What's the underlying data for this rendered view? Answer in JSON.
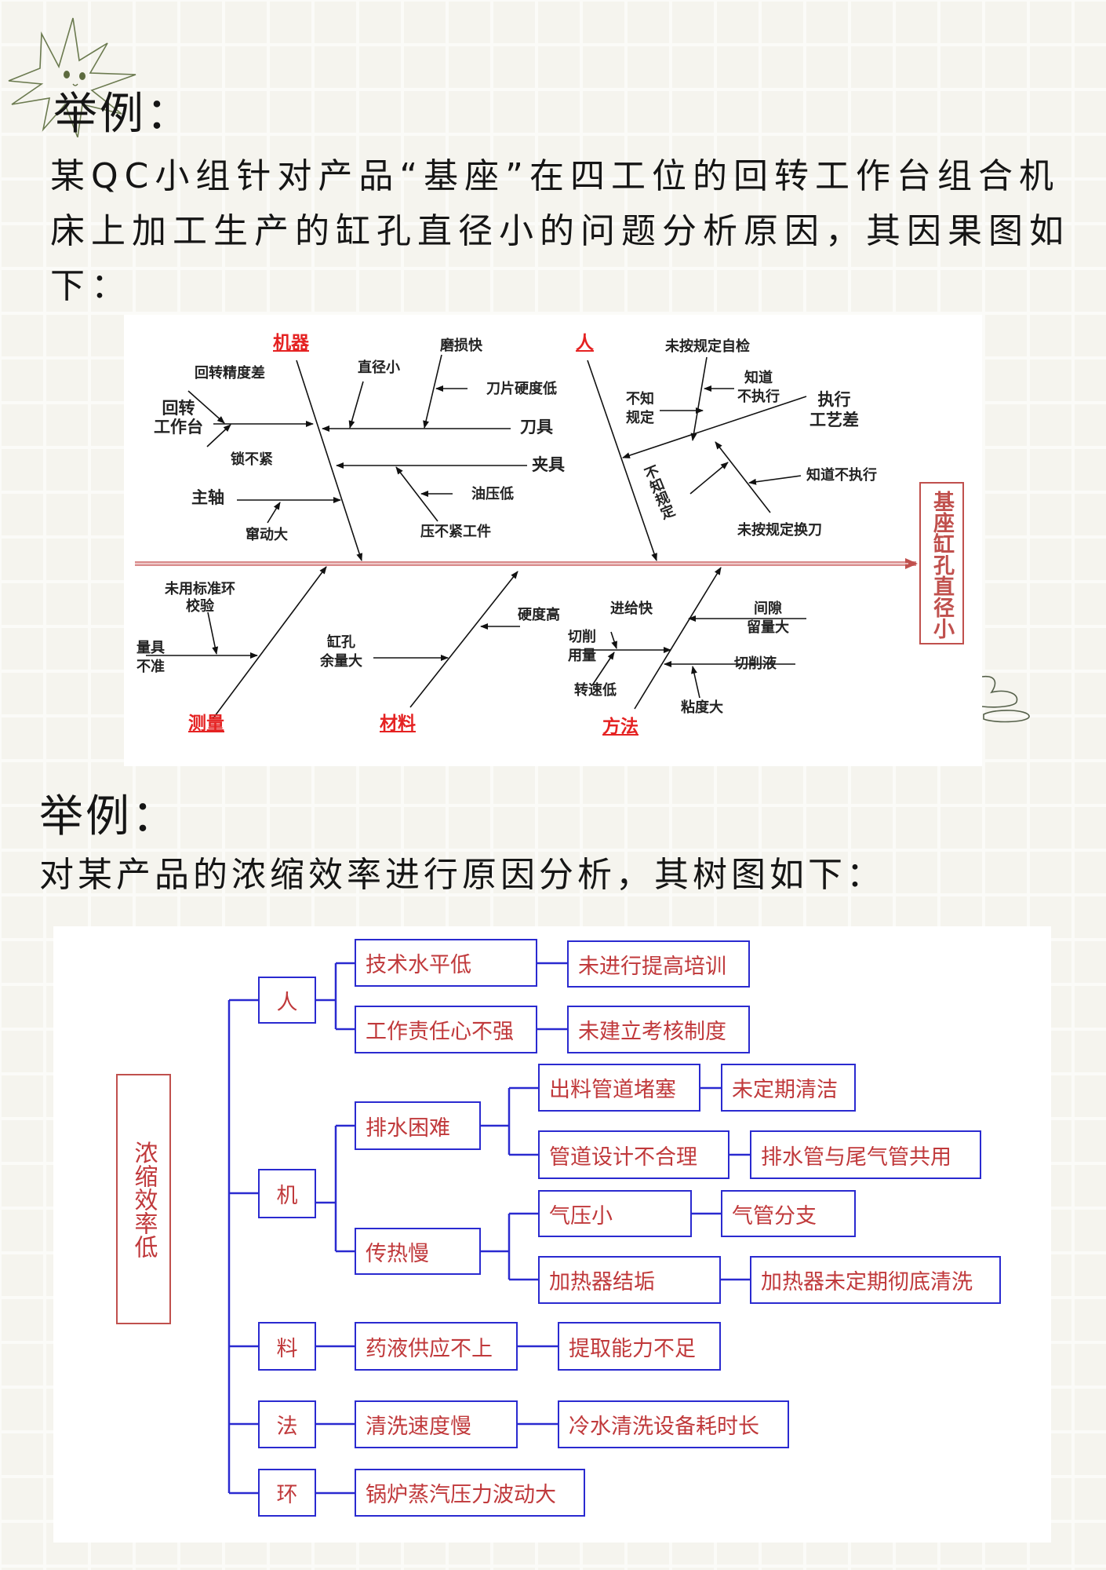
{
  "section1": {
    "heading": "举例：",
    "paragraph": "某QC小组针对产品“基座”在四工位的回转工作台组合机床上加工生产的缸孔直径小的问题分析原因，其因果图如下：",
    "fishbone": {
      "effect": "基座缸孔直径小",
      "categories": {
        "machine": "机器",
        "people": "人",
        "measurement": "测量",
        "material": "材料",
        "method": "方法"
      },
      "causes": {
        "rotary_accuracy": "回转精度差",
        "rotary_table": "回转\n工作台",
        "lock_loose": "锁不紧",
        "spindle": "主轴",
        "play_large": "窜动大",
        "diameter_small": "直径小",
        "wear_fast": "磨损快",
        "blade_hardness": "刀片硬度低",
        "tool": "刀具",
        "fixture": "夹具",
        "oil_pressure": "油压低",
        "not_clamped": "压不紧工件",
        "no_self_check": "未按规定自检",
        "know_not_do_1": "知道\n不执行",
        "not_know_rule_1": "不知\n规定",
        "poor_process": "执行\n工艺差",
        "know_not_do_2": "知道不执行",
        "not_know_rule_2": "不知规定",
        "no_tool_change": "未按规定换刀",
        "no_std_ring": "未用标准环\n校验",
        "gauge_inaccurate": "量具\n不准",
        "bore_allowance": "缸孔\n余量大",
        "hardness_high": "硬度高",
        "feed_fast": "进给快",
        "cutting_amount": "切削\n用量",
        "speed_low": "转速低",
        "clearance": "间隙\n留量大",
        "coolant": "切削液",
        "viscosity": "粘度大"
      }
    }
  },
  "section2": {
    "heading": "举例：",
    "paragraph": "对某产品的浓缩效率进行原因分析，其树图如下：",
    "tree": {
      "root": "浓缩效率低",
      "branches": [
        {
          "label": "人",
          "children": [
            {
              "label": "技术水平低",
              "cause": "未进行提高培训"
            },
            {
              "label": "工作责任心不强",
              "cause": "未建立考核制度"
            }
          ]
        },
        {
          "label": "机",
          "children": [
            {
              "label": "排水困难",
              "children": [
                {
                  "label": "出料管道堵塞",
                  "cause": "未定期清洁"
                },
                {
                  "label": "管道设计不合理",
                  "cause": "排水管与尾气管共用"
                }
              ]
            },
            {
              "label": "传热慢",
              "children": [
                {
                  "label": "气压小",
                  "cause": "气管分支"
                },
                {
                  "label": "加热器结垢",
                  "cause": "加热器未定期彻底清洗"
                }
              ]
            }
          ]
        },
        {
          "label": "料",
          "children": [
            {
              "label": "药液供应不上",
              "cause": "提取能力不足"
            }
          ]
        },
        {
          "label": "法",
          "children": [
            {
              "label": "清洗速度慢",
              "cause": "冷水清洗设备耗时长"
            }
          ]
        },
        {
          "label": "环",
          "children": [
            {
              "label": "锅炉蒸汽压力波动大"
            }
          ]
        }
      ]
    }
  },
  "colors": {
    "page_bg": "#f5f4ee",
    "category_red": "#e52222",
    "effect_red": "#c0504d",
    "tree_border_blue": "#2a2ad0",
    "tree_text_red": "#c0393b"
  }
}
